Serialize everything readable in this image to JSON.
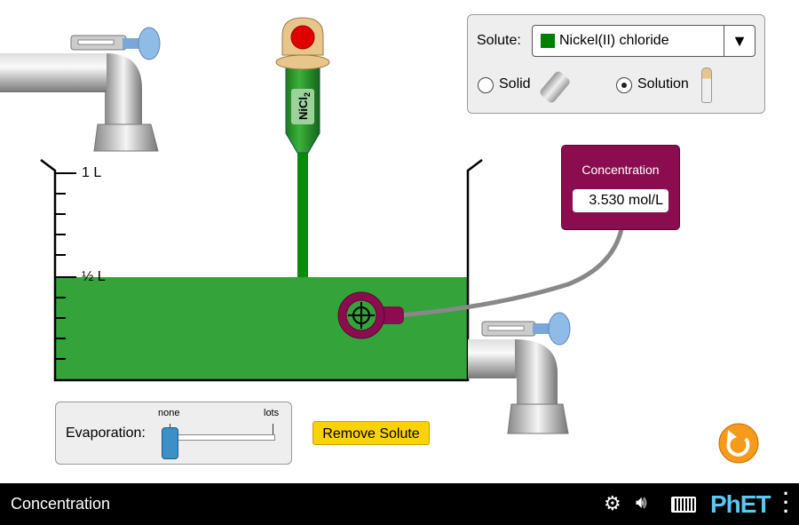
{
  "solute_panel": {
    "label": "Solute:",
    "selected": "Nickel(II) chloride",
    "selected_color": "#008000",
    "options": [
      {
        "label": "Solid",
        "selected": false
      },
      {
        "label": "Solution",
        "selected": true
      }
    ]
  },
  "dropper": {
    "label": "NiCl",
    "subscript": "2"
  },
  "beaker": {
    "label_full": "1 L",
    "label_half": "½ L",
    "solution_color": "#34a33a",
    "fill_fraction": 0.5
  },
  "meter": {
    "title": "Concentration",
    "value": "3.530 mol/L"
  },
  "evaporation": {
    "label": "Evaporation:",
    "min_label": "none",
    "max_label": "lots",
    "value": 0
  },
  "remove_solute": "Remove Solute",
  "navbar": {
    "title": "Concentration",
    "logo": "PhET"
  }
}
